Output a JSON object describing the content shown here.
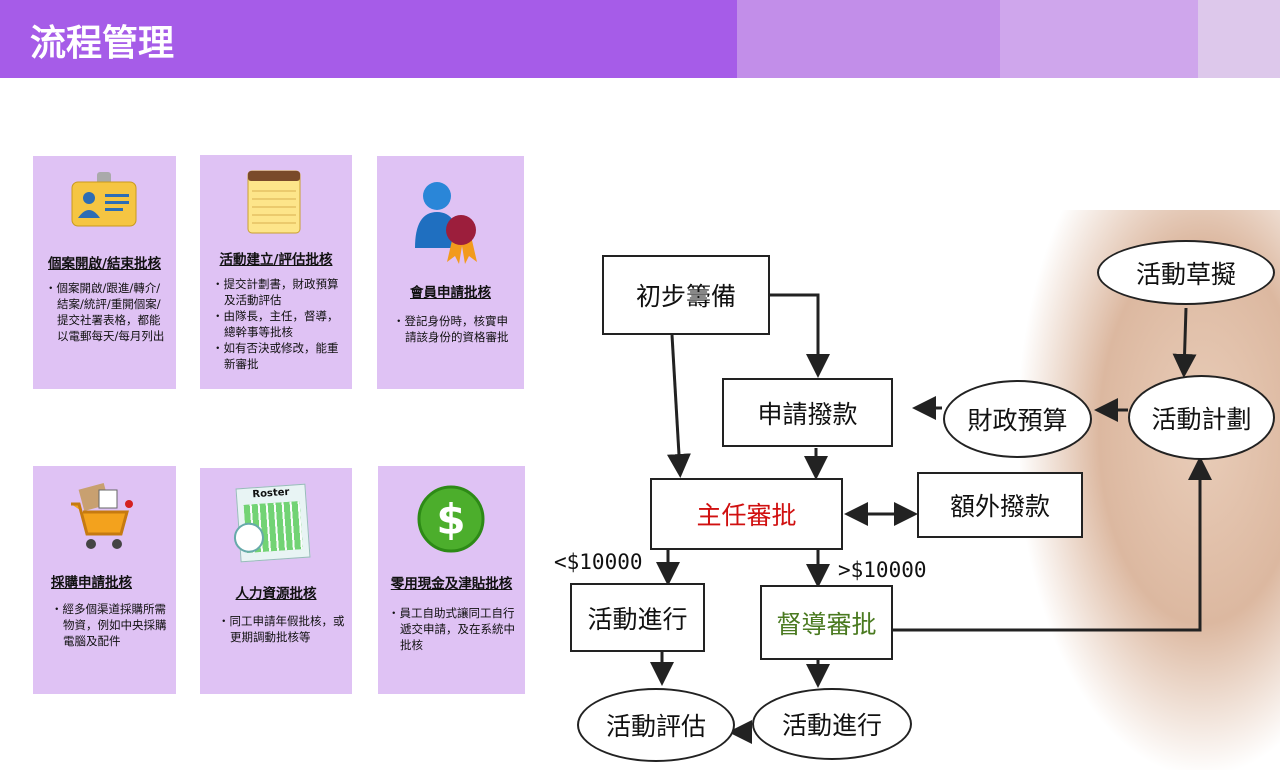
{
  "header": {
    "title": "流程管理"
  },
  "cards": [
    {
      "title": "個案開啟/結束批核",
      "icon": "id-card-icon",
      "items": [
        "個案開啟/跟進/轉介/結案/統評/重開個案/提交社署表格，都能以電郵每天/每月列出"
      ]
    },
    {
      "title": "活動建立/評估批核",
      "icon": "notepad-icon",
      "items": [
        "提交計劃書，財政預算及活動評估",
        "由隊長，主任，督導，總幹事等批核",
        "如有否決或修改，能重新審批"
      ]
    },
    {
      "title": "會員申請批核",
      "icon": "member-award-icon",
      "items": [
        "登記身份時，核實申請該身份的資格審批"
      ]
    },
    {
      "title": "採購申請批核",
      "icon": "shopping-cart-icon",
      "items": [
        "經多個渠道採購所需物資，例如中央採購電腦及配件"
      ]
    },
    {
      "title": "人力資源批核",
      "icon": "roster-icon",
      "roster_label": "Roster",
      "items": [
        "同工申請年假批核，或更期調動批核等"
      ]
    },
    {
      "title": "零用現金及津貼批核",
      "icon": "dollar-icon",
      "items": [
        "員工自助式讓同工自行遞交申請，及在系統中批核"
      ]
    }
  ],
  "flow": {
    "prep": "初步籌備",
    "apply": "申請撥款",
    "director": "主任審批",
    "extra": "額外撥款",
    "run1": "活動進行",
    "supervisor": "督導審批",
    "draft": "活動草擬",
    "budget": "財政預算",
    "plan": "活動計劃",
    "eval": "活動評估",
    "run2": "活動進行",
    "lt": "<$10000",
    "gt": ">$10000",
    "colors": {
      "director": "#d01010",
      "supervisor": "#4a7a20"
    }
  }
}
